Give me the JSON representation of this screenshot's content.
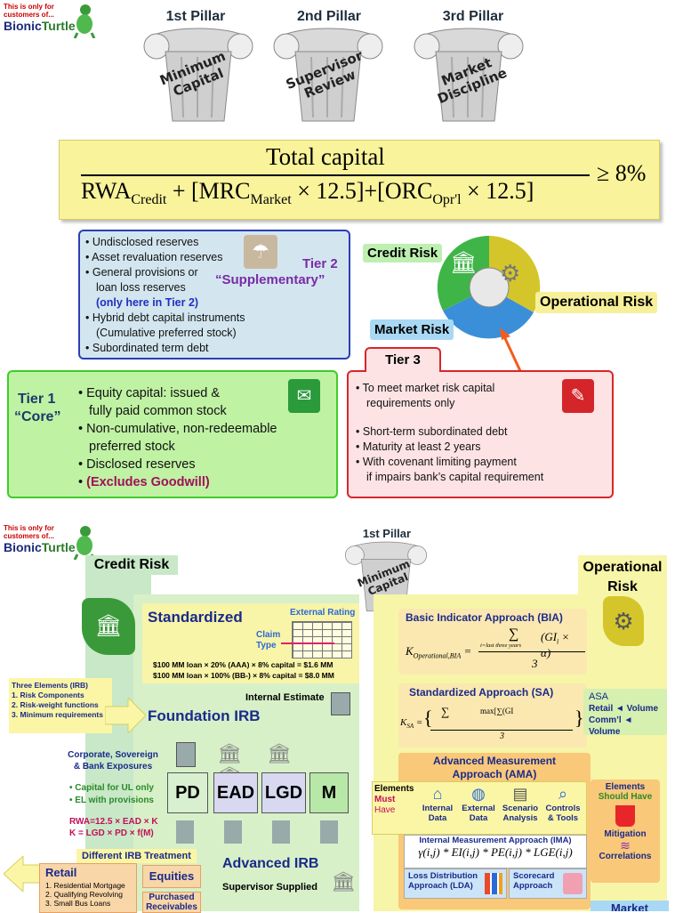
{
  "brand": {
    "notice": "This is only for customers of...",
    "name_a": "Bionic",
    "name_b": "Turtle"
  },
  "pillars": [
    {
      "title": "1st Pillar",
      "label": "Minimum Capital"
    },
    {
      "title": "2nd Pillar",
      "label": "Supervisor Review"
    },
    {
      "title": "3rd Pillar",
      "label": "Market Discipline"
    }
  ],
  "formula": {
    "numerator": "Total capital",
    "rwa": "RWA",
    "rwa_sub": "Credit",
    "mrc": "MRC",
    "mrc_sub": "Market",
    "orc": "ORC",
    "orc_sub": "Opr'l",
    "factor": "12.5",
    "geq": "≥ 8%"
  },
  "tier2": {
    "title": "Tier 2",
    "subtitle": "“Supplementary”",
    "items": [
      "Undisclosed reserves",
      "Asset revaluation reserves",
      "General provisions or",
      "loan loss reserves",
      "(only here in Tier 2)",
      "Hybrid debt capital instruments",
      "(Cumulative preferred stock)",
      "Subordinated term debt"
    ]
  },
  "risk_pie": {
    "credit": "Credit Risk",
    "operational": "Operational Risk",
    "market": "Market Risk",
    "colors": {
      "credit": "#3fb548",
      "operational": "#d4c62a",
      "market": "#3b8fd8"
    }
  },
  "tier1": {
    "title": "Tier 1",
    "subtitle": "“Core”",
    "items": [
      "Equity capital: issued &",
      "fully paid common stock",
      "Non-cumulative, non-redeemable",
      "preferred stock",
      "Disclosed reserves",
      "(Excludes Goodwill)"
    ]
  },
  "tier3": {
    "title": "Tier 3",
    "items": [
      "To meet market risk capital",
      "requirements only",
      "Short-term subordinated debt",
      "Maturity at least 2 years",
      "With covenant limiting payment",
      "if impairs bank’s capital requirement"
    ]
  },
  "bottom": {
    "pillar_title": "1st Pillar",
    "pillar_label": "Minimum Capital",
    "credit_risk": "Credit Risk",
    "operational_risk": "Operational Risk",
    "standardized": "Standardized",
    "external_rating": "External Rating",
    "claim_type": "Claim Type",
    "std_line1": "$100 MM loan × 20% (AAA) × 8% capital = $1.6 MM",
    "std_line2": "$100 MM loan × 100% (BB-) × 8% capital = $8.0 MM",
    "internal_estimate": "Internal Estimate",
    "three_elements": [
      "Three Elements (IRB)",
      "1. Risk Components",
      "2. Risk-weight functions",
      "3. Minimum requirements"
    ],
    "foundation": "Foundation IRB",
    "corporate": "Corporate, Sovereign & Bank Exposures",
    "capital_ul": "• Capital for UL only",
    "el_prov": "• EL with provisions",
    "rwa_eq": "RWA=12.5 × EAD × K",
    "k_eq": "K = LGD × PD × f(M)",
    "params": [
      "PD",
      "EAD",
      "LGD",
      "M"
    ],
    "advanced": "Advanced IRB",
    "supervisor_supplied": "Supervisor Supplied",
    "different": "Different IRB Treatment",
    "retail": "Retail",
    "retail_items": [
      "1. Residential Mortgage",
      "2. Qualifying Revolving",
      "3. Small Bus Loans"
    ],
    "equities": "Equities",
    "purchased": "Purchased Receivables",
    "bia": "Basic Indicator Approach (BIA)",
    "bia_formula_k": "K",
    "bia_sub": "Operational,BIA",
    "bia_sum_range": "i=last three years",
    "bia_term": "(GI",
    "bia_den": "3",
    "sa": "Standardized Approach (SA)",
    "sa_k": "K",
    "sa_sub": "SA",
    "sa_text": "max[∑(GI",
    "sa_den": "3",
    "asa": "ASA",
    "asa_retail": "Retail  ◄ Volume",
    "asa_comm": "Comm’l ◄ Volume",
    "ama": "Advanced Measurement Approach (AMA)",
    "elements_must": "Elements",
    "must": "Must",
    "have": "Have",
    "ama_items": [
      "Internal Data",
      "External Data",
      "Scenario Analysis",
      "Controls & Tools"
    ],
    "should_title": "Elements",
    "should": "Should Have",
    "mitigation": "Mitigation",
    "correlations": "Correlations",
    "ima": "Internal Measurement Approach (IMA)",
    "ima_formula": "γ(i,j) * EI(i,j) * PE(i,j) * LGE(i,j)",
    "lda": "Loss Distribution Approach (LDA)",
    "scorecard": "Scorecard Approach",
    "market": "Market"
  }
}
